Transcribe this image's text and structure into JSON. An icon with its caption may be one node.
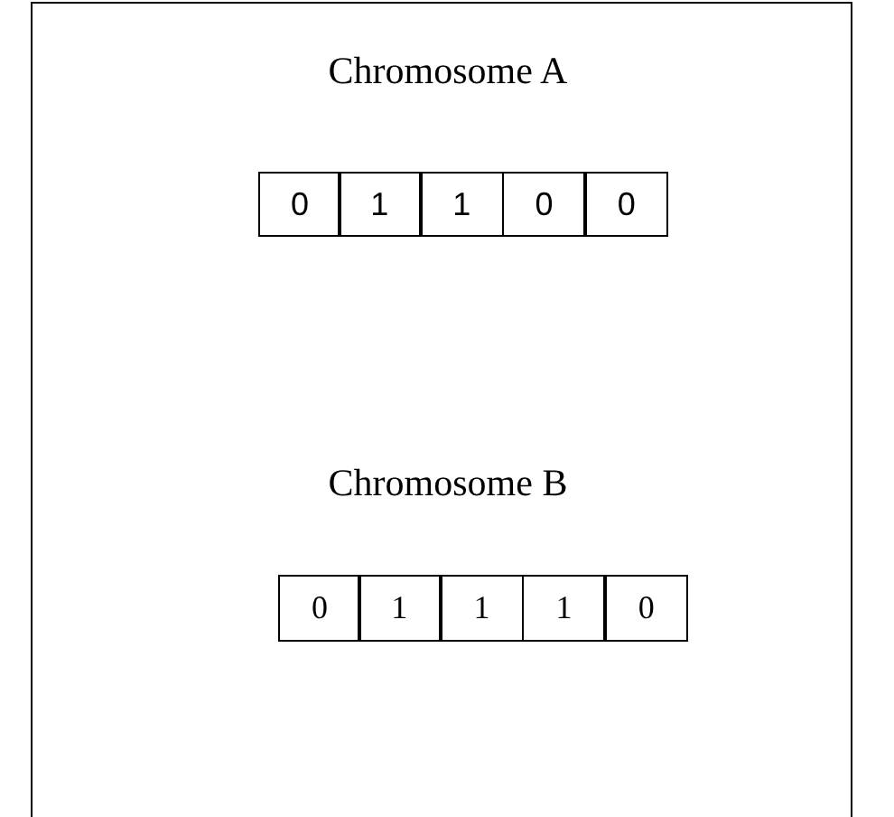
{
  "diagram": {
    "nodes": [
      {
        "text": [
          "0"
        ]
      },
      {
        "text": [
          "1"
        ]
      },
      {
        "text": [
          "1"
        ]
      },
      {
        "text": [
          "0"
        ]
      },
      {
        "text": [
          "0"
        ]
      },
      {
        "text": [
          "0"
        ]
      },
      {
        "text": [
          "1"
        ]
      },
      {
        "text": [
          "1"
        ]
      },
      {
        "text": [
          "1"
        ]
      },
      {
        "text": [
          "0"
        ]
      }
    ],
    "labels": [
      "Chromosome A",
      "Chromosome B"
    ]
  }
}
